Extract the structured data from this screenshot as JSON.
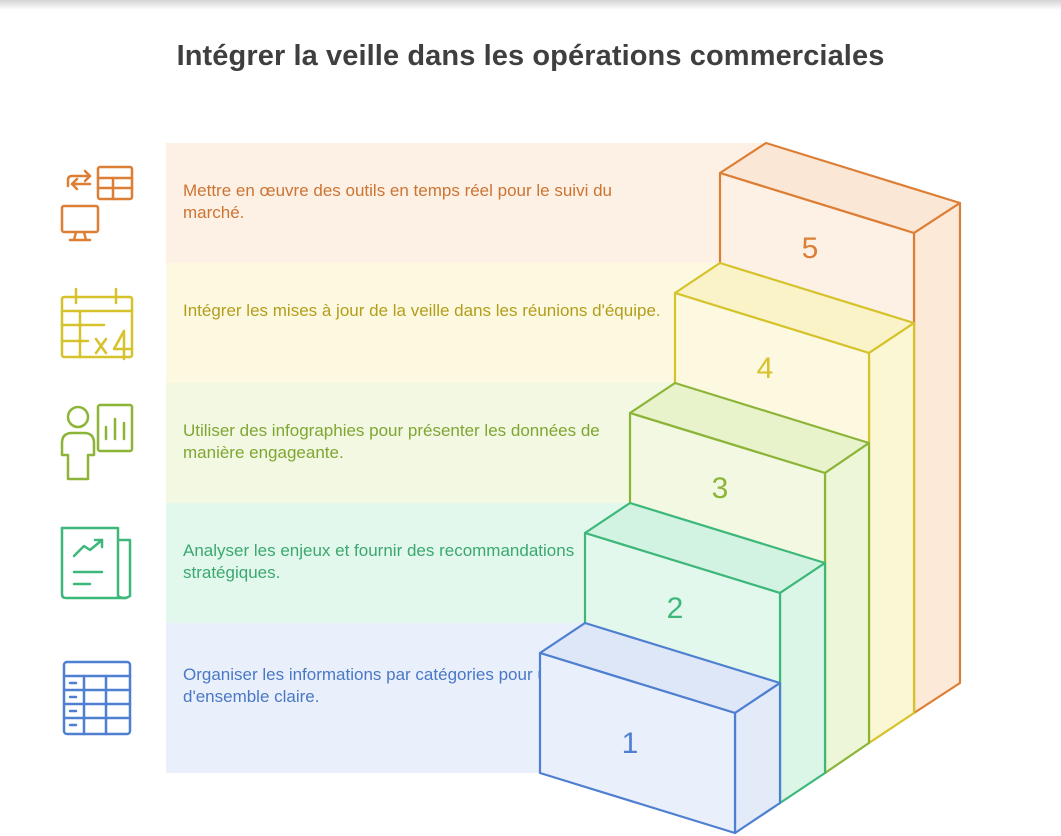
{
  "title": "Intégrer la veille dans les opérations commerciales",
  "steps": [
    {
      "number": "1",
      "text": "Organiser les informations par catégories pour une vue d'ensemble claire.",
      "color": "#4e7fd0",
      "icon": "table-icon"
    },
    {
      "number": "2",
      "text": "Analyser les enjeux et fournir des recommandations stratégiques.",
      "color": "#3db77a",
      "icon": "report-chart-icon"
    },
    {
      "number": "3",
      "text": "Utiliser des infographies pour présenter les données de manière engageante.",
      "color": "#8cb538",
      "icon": "presenter-chart-icon"
    },
    {
      "number": "4",
      "text": "Intégrer les mises à jour de la veille dans les réunions d'équipe.",
      "color": "#d6c22a",
      "icon": "calendar-x4-icon"
    },
    {
      "number": "5",
      "text": "Mettre en œuvre des outils en temps réel pour le suivi du marché.",
      "color": "#dd7e35",
      "icon": "monitor-sync-icon"
    }
  ]
}
